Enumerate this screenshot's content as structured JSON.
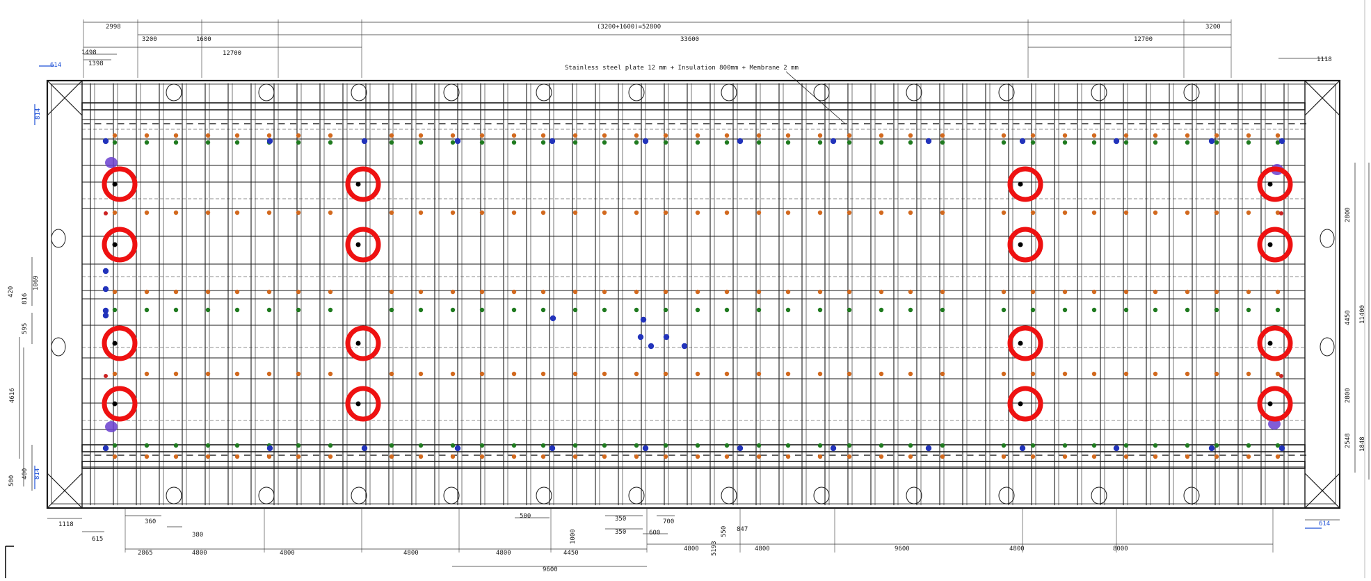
{
  "drawing": {
    "note": "Stainless steel plate 12 mm + Insulation 800mm + Membrane 2 mm",
    "top_dimensions": [
      "2998",
      "(3200+1600)=52800",
      "3200",
      "1600",
      "12700",
      "33600",
      "12700",
      "3200",
      "1498",
      "1398",
      "614",
      "1118"
    ],
    "bottom_dimensions": [
      "1118",
      "615",
      "360",
      "380",
      "2865",
      "4800",
      "4800",
      "4800",
      "4800",
      "4450",
      "500",
      "1000",
      "9600",
      "350",
      "350",
      "700",
      "600",
      "5193",
      "550",
      "847",
      "4800",
      "4800",
      "9600",
      "4800",
      "8000",
      "614"
    ],
    "left_dimensions": [
      "814",
      "1069",
      "420",
      "816",
      "595",
      "4616",
      "500",
      "400",
      "814"
    ],
    "right_dimensions": [
      "2800",
      "4450",
      "11400",
      "2800",
      "2548",
      "1848"
    ],
    "colors": {
      "line": "#1a1a1a",
      "dim_line": "#333333",
      "highlight_ring": "#ee1111",
      "orange_marker": "#d2691e",
      "green_marker": "#1f7a1f",
      "blue_marker": "#2233bb",
      "blue_dim": "#1c4fd6"
    }
  }
}
